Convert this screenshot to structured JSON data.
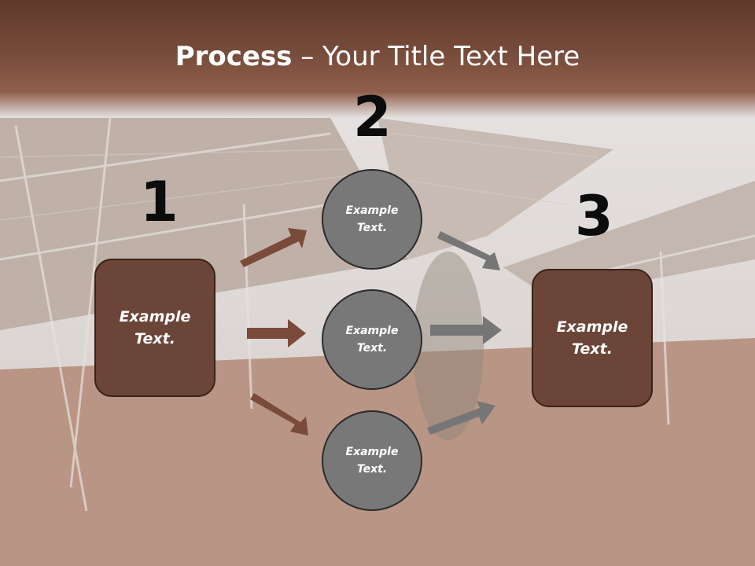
{
  "title": {
    "bold": "Process",
    "rest": " – Your Title Text Here"
  },
  "steps": [
    {
      "number": "1",
      "text": "Example\nText."
    },
    {
      "number": "2",
      "circles": [
        "Example\nText.",
        "Example\nText.",
        "Example\nText."
      ]
    },
    {
      "number": "3",
      "text": "Example\nText."
    }
  ],
  "colors": {
    "header": "#7a4e3d",
    "box": "#6b4538",
    "circle": "#787878",
    "arrow_left": "#7a4a3a",
    "arrow_right": "#767676"
  }
}
